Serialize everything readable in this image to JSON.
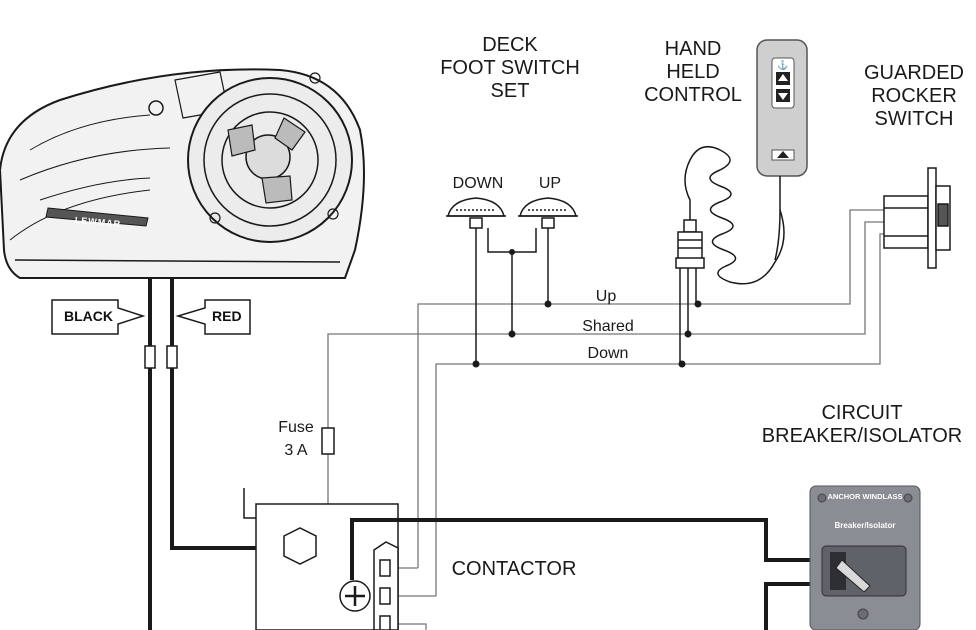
{
  "labels": {
    "deck_foot_switch": [
      "DECK",
      "FOOT SWITCH",
      "SET"
    ],
    "hand_held_control": [
      "HAND",
      "HELD",
      "CONTROL"
    ],
    "guarded_rocker_switch": [
      "GUARDED",
      "ROCKER",
      "SWITCH"
    ],
    "circuit_breaker": [
      "CIRCUIT",
      "BREAKER/ISOLATOR"
    ],
    "foot_down": "DOWN",
    "foot_up": "UP",
    "black": "BLACK",
    "red": "RED",
    "fuse": [
      "Fuse",
      "3 A"
    ],
    "contactor": "CONTACTOR"
  },
  "wires": {
    "up": "Up",
    "shared": "Shared",
    "down": "Down"
  },
  "windlass_brand": "LEWMAR",
  "breaker_panel": {
    "header": "ANCHOR WINDLASS",
    "subtitle": "Breaker/Isolator"
  },
  "colors": {
    "line": "#1a1a1a",
    "thin_wire": "#777777",
    "panel": "#8a8d93",
    "hand_control": "#cfcfcf"
  }
}
